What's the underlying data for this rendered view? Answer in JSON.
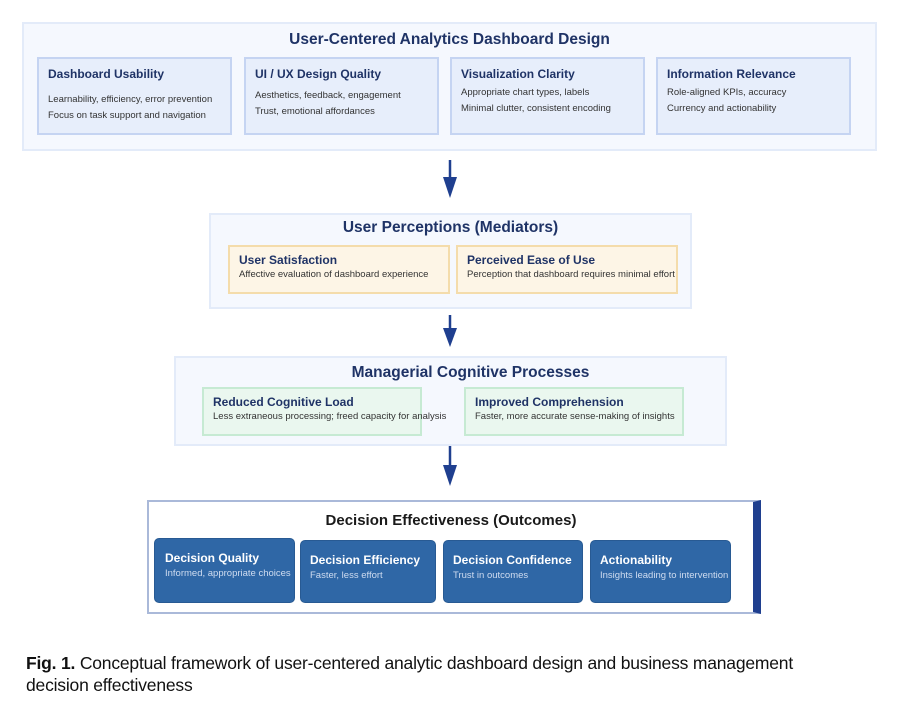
{
  "colors": {
    "title_navy": "#1f3366",
    "arrow_navy": "#1f3f8f",
    "panel_bg": "#f5f8fe",
    "design_card_bg": "#e7eefb",
    "perception_card_bg": "#fdf5e6",
    "cognitive_card_bg": "#eaf7ef",
    "outcome_card_bg": "#2f67a6",
    "outcome_accent": "#1f3f8f"
  },
  "design": {
    "title": "User-Centered Analytics Dashboard Design",
    "cards": [
      {
        "title": "Dashboard Usability",
        "lines": [
          "Learnability, efficiency, error prevention",
          "Focus on task support and navigation"
        ]
      },
      {
        "title": "UI / UX Design Quality",
        "lines": [
          "Aesthetics, feedback, engagement",
          "Trust, emotional affordances"
        ]
      },
      {
        "title": "Visualization Clarity",
        "lines": [
          "Appropriate chart types, labels",
          "Minimal clutter, consistent encoding"
        ]
      },
      {
        "title": "Information Relevance",
        "lines": [
          "Role-aligned KPIs, accuracy",
          "Currency and actionability"
        ]
      }
    ]
  },
  "perceptions": {
    "title": "User Perceptions (Mediators)",
    "cards": [
      {
        "title": "User Satisfaction",
        "desc": "Affective evaluation of dashboard experience"
      },
      {
        "title": "Perceived Ease of Use",
        "desc": "Perception that dashboard requires minimal effort"
      }
    ]
  },
  "cognitive": {
    "title": "Managerial Cognitive Processes",
    "cards": [
      {
        "title": "Reduced Cognitive Load",
        "desc": "Less extraneous processing; freed capacity for analysis"
      },
      {
        "title": "Improved Comprehension",
        "desc": "Faster, more accurate sense-making of insights"
      }
    ]
  },
  "outcomes": {
    "title": "Decision Effectiveness (Outcomes)",
    "cards": [
      {
        "title": "Decision Quality",
        "desc": "Informed, appropriate choices"
      },
      {
        "title": "Decision Efficiency",
        "desc": "Faster, less effort"
      },
      {
        "title": "Decision Confidence",
        "desc": "Trust in outcomes"
      },
      {
        "title": "Actionability",
        "desc": "Insights leading to intervention"
      }
    ]
  },
  "caption": {
    "label": "Fig. 1.",
    "text": " Conceptual framework of user-centered analytic dashboard design and business management decision effectiveness"
  }
}
